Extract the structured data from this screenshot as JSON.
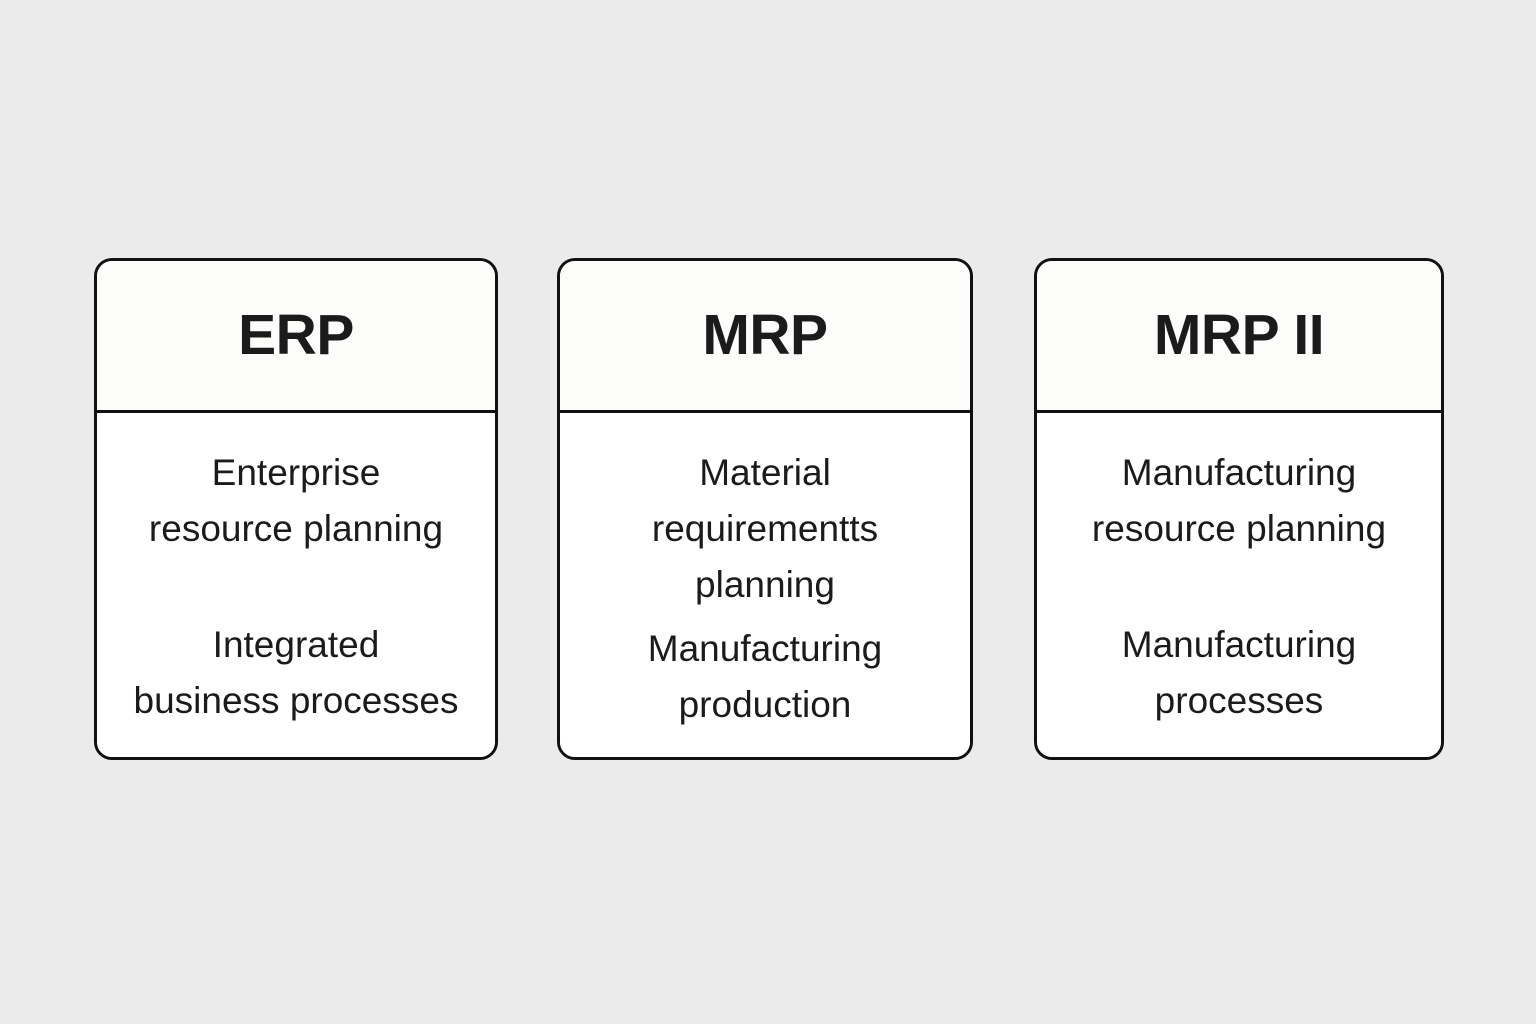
{
  "canvas": {
    "background_color": "#ebebeb",
    "border_color": "#111111",
    "text_color": "#1b1b1b",
    "header_fill": "#fcfcfb",
    "body_fill": "#ffffff"
  },
  "cards": [
    {
      "id": "erp",
      "title": "ERP",
      "paragraphs": [
        "Enterprise\nresource planning",
        "Integrated\nbusiness processes"
      ],
      "spacing": "wide"
    },
    {
      "id": "mrp",
      "title": "MRP",
      "paragraphs": [
        "Material\nrequirementts\nplanning",
        "Manufacturing\nproduction"
      ],
      "spacing": "tight"
    },
    {
      "id": "mrp-ii",
      "title": "MRP II",
      "paragraphs": [
        "Manufacturing\nresource planning",
        "Manufacturing\nprocesses"
      ],
      "spacing": "wide"
    }
  ]
}
